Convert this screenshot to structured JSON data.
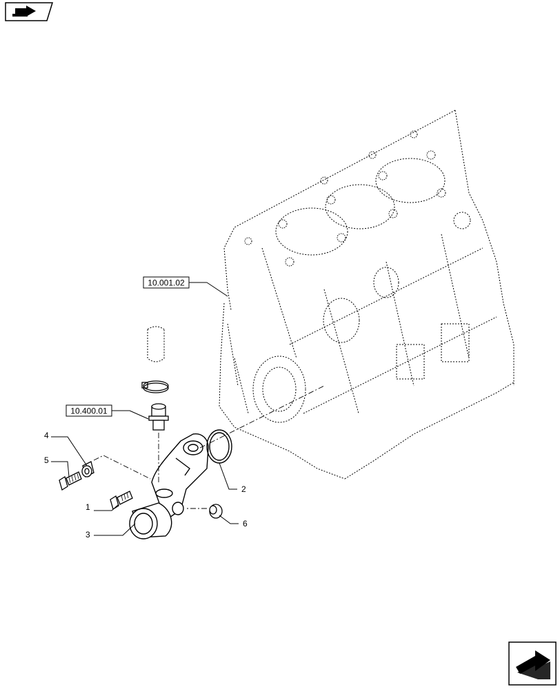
{
  "ref_boxes": [
    {
      "id": "ref-block",
      "label": "10.001.02"
    },
    {
      "id": "ref-pipe",
      "label": "10.400.01"
    }
  ],
  "callouts": [
    {
      "id": "callout-1",
      "label": "1"
    },
    {
      "id": "callout-2",
      "label": "2"
    },
    {
      "id": "callout-3",
      "label": "3"
    },
    {
      "id": "callout-4",
      "label": "4"
    },
    {
      "id": "callout-5",
      "label": "5"
    },
    {
      "id": "callout-6",
      "label": "6"
    }
  ],
  "icons": {
    "top_left": "previous-page-icon",
    "bottom_right": "next-page-icon"
  },
  "colors": {
    "ink": "#000000",
    "paper": "#ffffff"
  }
}
